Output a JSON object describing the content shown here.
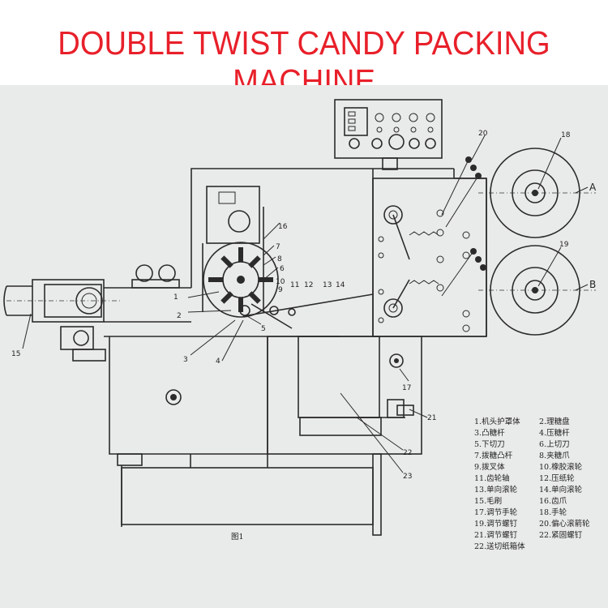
{
  "title": "DOUBLE TWIST CANDY PACKING MACHINE",
  "figure_caption": "图1",
  "side_labels": {
    "a": "A",
    "b": "B"
  },
  "legend_left": [
    "1.机头护罩体",
    "3.凸糖杆",
    "5.下切刀",
    "7.拨糖凸杆",
    "9.拨叉体",
    "11.齿轮轴",
    "13.单向滚轮",
    "15.毛刷",
    "17.调节手轮",
    "19.调节螺钉",
    "21.调节螺钉",
    "22.送切纸箱体"
  ],
  "legend_right": [
    "2.理糖盘",
    "4.压糖杆",
    "6.上切刀",
    "8.夹糖爪",
    "10.橡胶滚轮",
    "12.压纸轮",
    "14.单向滚轮",
    "16.齿爪",
    "18.手轮",
    "20.偏心滚箭轮",
    "22.紧固螺钉"
  ],
  "callouts": {
    "n1": "1",
    "n2": "2",
    "n3": "3",
    "n4": "4",
    "n5": "5",
    "n6": "6",
    "n7": "7",
    "n8": "8",
    "n9": "9",
    "n10": "10",
    "n11": "11",
    "n12": "12",
    "n13": "13",
    "n14": "14",
    "n15": "15",
    "n16": "16",
    "n17": "17",
    "n18": "18",
    "n19": "19",
    "n20": "20",
    "n21": "21",
    "n22": "22",
    "n23": "23"
  }
}
